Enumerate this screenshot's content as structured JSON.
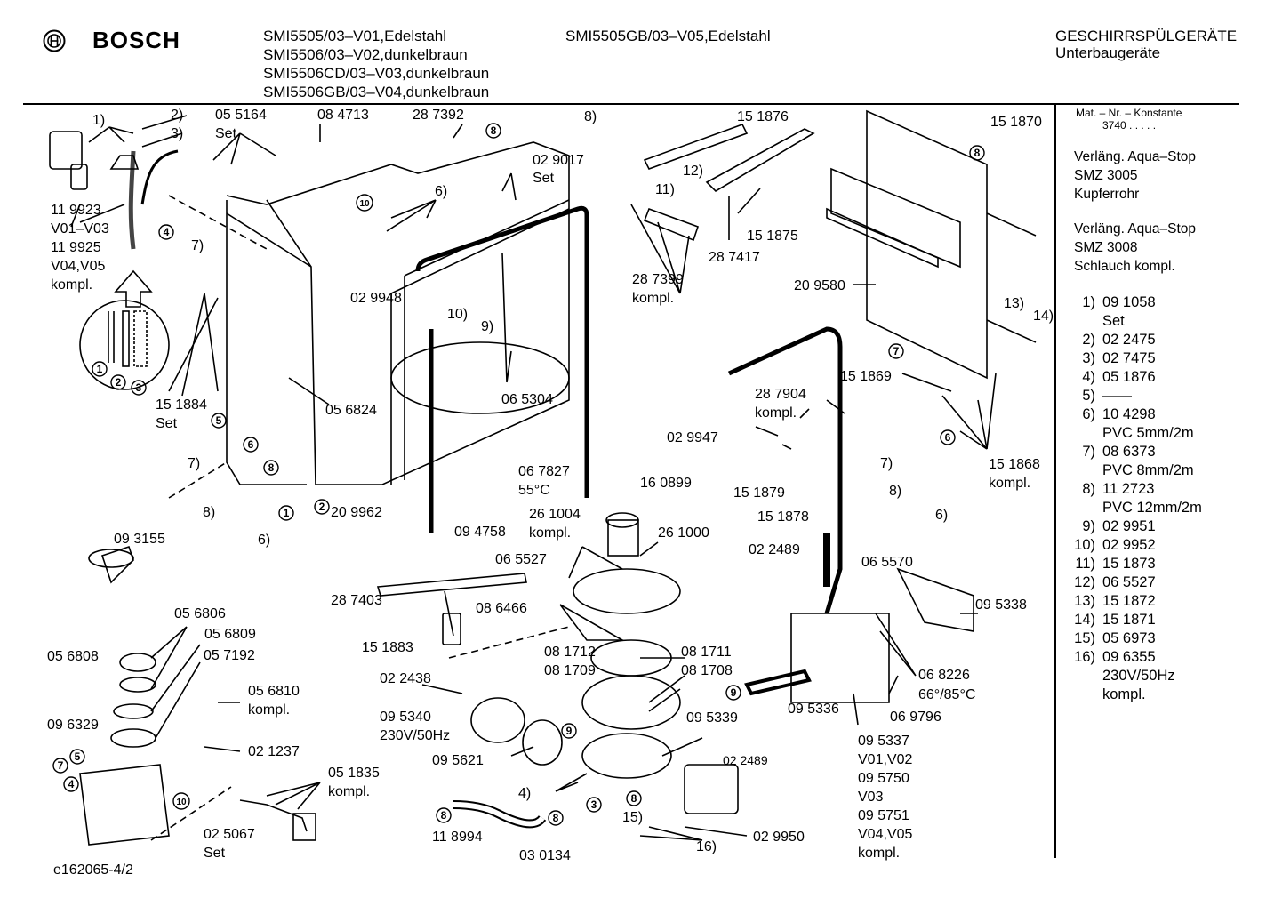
{
  "header": {
    "brand": "BOSCH",
    "models_left": [
      "SMI5505/03–V01,Edelstahl",
      "SMI5506/03–V02,dunkelbraun",
      "SMI5506CD/03–V03,dunkelbraun",
      "SMI5506GB/03–V04,dunkelbraun"
    ],
    "models_right": [
      "SMI5505GB/03–V05,Edelstahl"
    ],
    "category": "GESCHIRRSPÜLGERÄTE",
    "subcategory": "Unterbaugeräte"
  },
  "legend": {
    "constant_label": "Mat. – Nr. – Konstante",
    "constant_value": "3740  .  .  .  .  .",
    "ext1": [
      "Verläng. Aqua–Stop",
      "SMZ 3005",
      "Kupferrohr"
    ],
    "ext2": [
      "Verläng. Aqua–Stop",
      "SMZ 3008",
      "Schlauch kompl."
    ],
    "parts": [
      {
        "n": "1)",
        "v": "09 1058",
        "c": "Set"
      },
      {
        "n": "2)",
        "v": "02 2475"
      },
      {
        "n": "3)",
        "v": "02 7475"
      },
      {
        "n": "4)",
        "v": "05 1876"
      },
      {
        "n": "5)",
        "v": "——"
      },
      {
        "n": "6)",
        "v": "10 4298",
        "c": "PVC 5mm/2m"
      },
      {
        "n": "7)",
        "v": "08 6373",
        "c": "PVC 8mm/2m"
      },
      {
        "n": "8)",
        "v": "11 2723",
        "c": "PVC 12mm/2m"
      },
      {
        "n": "9)",
        "v": "02 9951"
      },
      {
        "n": "10)",
        "v": "02 9952"
      },
      {
        "n": "11)",
        "v": "15 1873"
      },
      {
        "n": "12)",
        "v": "06 5527"
      },
      {
        "n": "13)",
        "v": "15 1872"
      },
      {
        "n": "14)",
        "v": "15 1871"
      },
      {
        "n": "15)",
        "v": "05 6973"
      },
      {
        "n": "16)",
        "v": "09 6355",
        "c": "230V/50Hz",
        "c2": "kompl."
      }
    ]
  },
  "labels": {
    "l1": "1)",
    "l2": "2)",
    "l3": "3)",
    "l4": "7)",
    "l5": "6)",
    "l6": "7)",
    "l7": "8)",
    "l8": "6)",
    "l9": "8)",
    "l10": "11)",
    "l11": "12)",
    "l12": "10)",
    "l13": "9)",
    "l14": "13)",
    "l15": "14)",
    "l16": "7)",
    "l17": "8)",
    "l18": "6)",
    "l19": "4)",
    "l20": "15)",
    "l21": "16)",
    "p055164": "05 5164",
    "set1": "Set",
    "p084713": "08 4713",
    "p287392": "28 7392",
    "p029017": "02 9017",
    "set2": "Set",
    "p151876": "15 1876",
    "p151870": "15 1870",
    "p119923": "11 9923",
    "v0103": "V01–V03",
    "p119925": "11 9925",
    "v0405": "V04,V05",
    "kompl1": "kompl.",
    "p029948": "02 9948",
    "p151875": "15 1875",
    "p287399": "28 7399",
    "kompl2": "kompl.",
    "p287417": "28 7417",
    "p209580": "20 9580",
    "p151884": "15 1884",
    "set3": "Set",
    "p056824": "05 6824",
    "p065304": "06 5304",
    "p151869": "15 1869",
    "p287904": "28 7904",
    "kompl3": "kompl.",
    "p029947": "02 9947",
    "p151868": "15 1868",
    "kompl4": "kompl.",
    "p067827": "06 7827",
    "t55": "55°C",
    "p209962": "20 9962",
    "p151879": "15 1879",
    "p151878": "15 1878",
    "p093155": "09 3155",
    "p094758": "09 4758",
    "p160899": "16 0899",
    "p261004": "26 1004",
    "kompl5": "kompl.",
    "p261000": "26 1000",
    "p065527": "06 5527",
    "p022489a": "02 2489",
    "p065570": "06 5570",
    "p287403": "28 7403",
    "p086466": "08 6466",
    "p095338": "09 5338",
    "p056806": "05 6806",
    "p056809": "05 6809",
    "p057192": "05 7192",
    "p056808": "05 6808",
    "p151883": "15 1883",
    "p081712": "08 1712",
    "p081711": "08 1711",
    "p081709": "08 1709",
    "p081708": "08 1708",
    "p068226": "06 8226",
    "t6685": "66°/85°C",
    "p056810": "05 6810",
    "kompl6": "kompl.",
    "p022438": "02 2438",
    "p096329": "09 6329",
    "p095340": "09 5340",
    "t230": "230V/50Hz",
    "p095336": "09 5336",
    "p069796": "06 9796",
    "p095339": "09 5339",
    "p021237": "02 1237",
    "p095621": "09 5621",
    "p022489b": "02 2489",
    "p095337": "09 5337",
    "v0102": "V01,V02",
    "p095750": "09 5750",
    "v03": "V03",
    "p051835": "05 1835",
    "kompl7": "kompl.",
    "p095751": "09 5751",
    "v0405b": "V04,V05",
    "kompl8": "kompl.",
    "p025067": "02 5067",
    "set4": "Set",
    "p118994": "11 8994",
    "p029950": "02 9950",
    "p030134": "03 0134"
  },
  "circled": {
    "c1": "1",
    "c2": "2",
    "c3": "3",
    "c4": "4",
    "c5": "5",
    "c6": "6",
    "c7": "7",
    "c8": "8",
    "c9": "9",
    "c10": "10"
  },
  "footer": {
    "code": "e162065-4/2"
  }
}
